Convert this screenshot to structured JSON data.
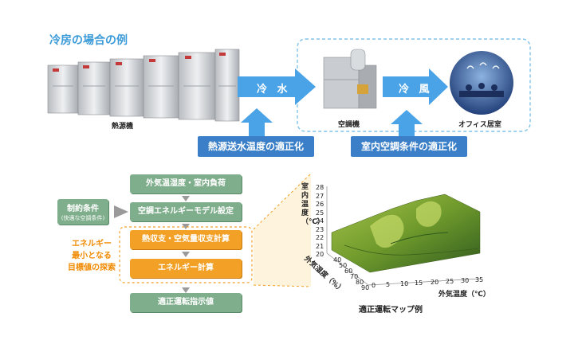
{
  "title": "冷房の場合の例",
  "equipment": {
    "chiller_caption": "熱源機",
    "ahu_caption": "空調機",
    "office_caption": "オフィス居室"
  },
  "flows": {
    "cold_water": "冷 水",
    "cold_air": "冷 風"
  },
  "optimizations": {
    "water_temp": "熱源送水温度の適正化",
    "indoor_conditions": "室内空調条件の適正化"
  },
  "flowchart": {
    "constraint_title": "制約条件",
    "constraint_sub": "(快適な空調条件)",
    "steps": [
      "外気温湿度・室内負荷",
      "空調エネルギーモデル設定",
      "熱収支・空気量収支計算",
      "エネルギー計算",
      "適正運転指示値"
    ],
    "search_label_lines": [
      "エネルギー",
      "最小となる",
      "目標値の探索"
    ]
  },
  "map": {
    "caption": "適正運転マップ例",
    "z_axis_label": "室内温度（℃）",
    "z_ticks": [
      "28",
      "27",
      "26",
      "25",
      "24",
      "23",
      "22",
      "21",
      "20"
    ],
    "y_axis_label": "外気湿度（%）",
    "y_ticks": [
      "40",
      "50",
      "60",
      "70",
      "80",
      "90"
    ],
    "x_axis_label": "外気温度（℃）",
    "x_ticks": [
      "0",
      "5",
      "10",
      "15",
      "20",
      "25",
      "30",
      "35"
    ],
    "surface_color": "#6f9a2c"
  },
  "colors": {
    "accent_blue": "#3b9ad8",
    "arrow_blue": "#4aa3e6",
    "box_blue": "#3a7fc8",
    "flow_green": "#7fae8c",
    "flow_orange": "#f2a126"
  }
}
